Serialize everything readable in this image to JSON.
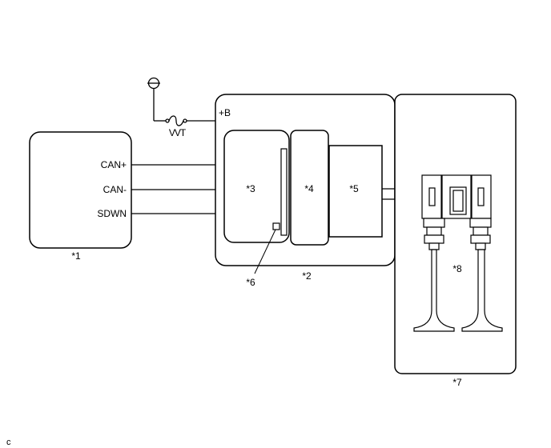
{
  "labels": {
    "ref1": "*1",
    "ref2": "*2",
    "ref3": "*3",
    "ref4": "*4",
    "ref5": "*5",
    "ref6": "*6",
    "ref7": "*7",
    "ref8": "*8",
    "power": "+B",
    "fuse": "VVT",
    "corner": "c"
  },
  "signals": [
    "CAN+",
    "CAN-",
    "SDWN"
  ]
}
